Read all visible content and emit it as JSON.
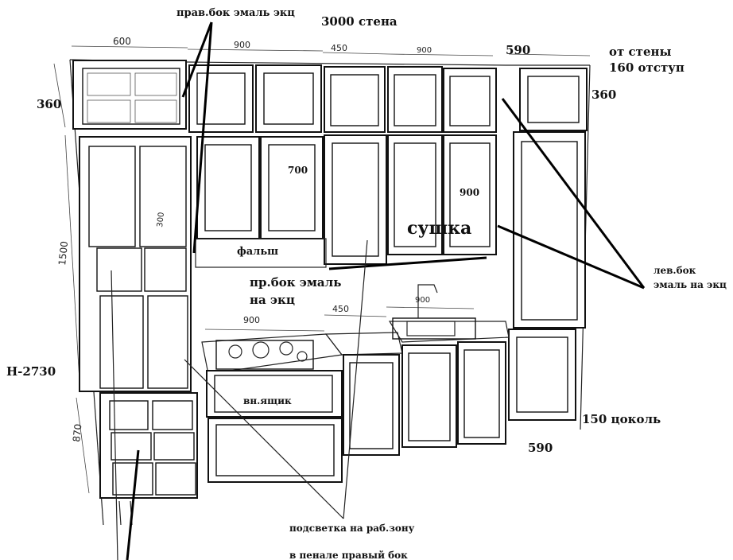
{
  "notes": {
    "right_side_top": "прав.бок эмаль экц",
    "wall": "3000 стена",
    "from_wall_1": "от стены",
    "from_wall_2": "160 отступ",
    "h360_left": "360",
    "h360_right": "360",
    "d700": "700",
    "d900": "900",
    "sushka": "сушка",
    "falsh": "фальш",
    "right_side_mid_1": "пр.бок эмаль",
    "right_side_mid_2": "на экц",
    "left_side_1": "лев.бок",
    "left_side_2": "эмаль на экц",
    "height_total": "Н-2730",
    "inner_drawer": "вн.ящик",
    "plinth": "150 цоколь",
    "d590_bottom": "590",
    "d590_top": "590",
    "lighting": "подсветка на раб.зону",
    "pencil_side": "в пенале правый бок"
  },
  "dimensions": {
    "w600": "600",
    "w900_top": "900",
    "w450_top": "450",
    "w900_top_right": "900",
    "w900_counter": "900",
    "w450_counter": "450",
    "w900_sink": "900",
    "h1500": "1500",
    "h870": "870",
    "h300": "300"
  }
}
